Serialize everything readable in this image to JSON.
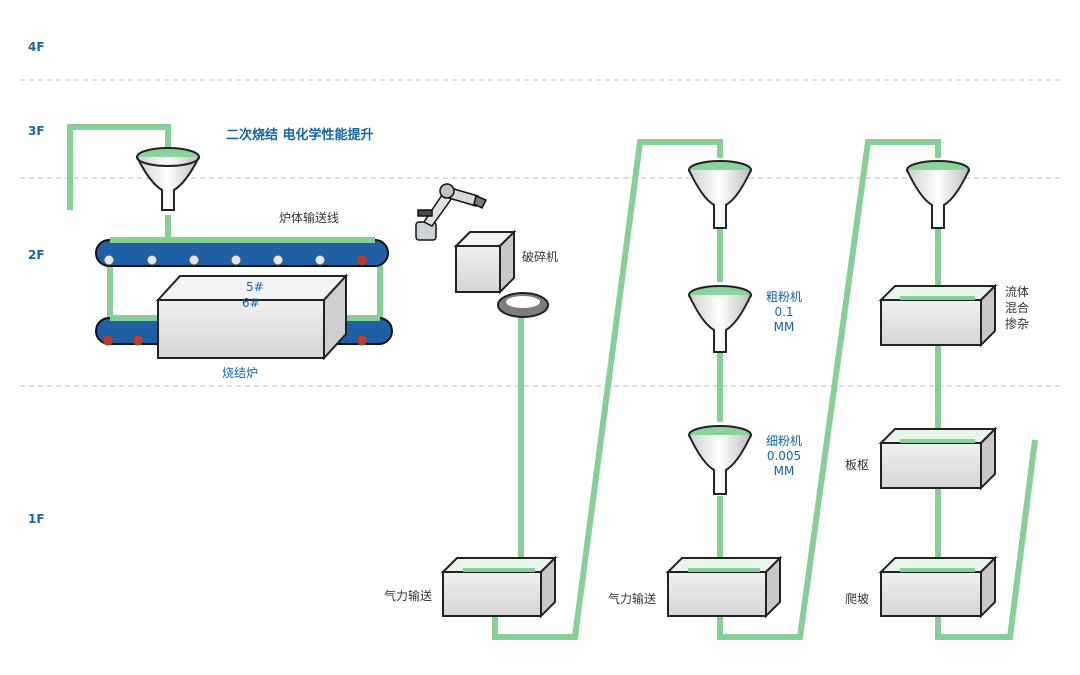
{
  "floors": [
    "4F",
    "3F",
    "2F",
    "1F"
  ],
  "title": "二次烧结 电化学性能提升",
  "labels": {
    "conveyor_line": "炉体输送线",
    "furnace": "烧结炉",
    "furnace_slot_5": "5#",
    "furnace_slot_6": "6#",
    "crusher": "破碎机",
    "pneumatic_1": "气力输送",
    "pneumatic_2": "气力输送",
    "coarse_mill": [
      "粗粉机",
      "0.1",
      "MM"
    ],
    "fine_mill": [
      "细粉机",
      "0.005",
      "MM"
    ],
    "fluid_mix": [
      "流体",
      "混合",
      "掺杂"
    ],
    "plate_frame": "板枢",
    "climb": "爬坡"
  },
  "colors": {
    "pipe": "#86cf96",
    "blue_text": "#1565a8",
    "conveyor": "#1e5fa6",
    "box_fill": "#e4e4e4",
    "box_stroke": "#222222"
  }
}
